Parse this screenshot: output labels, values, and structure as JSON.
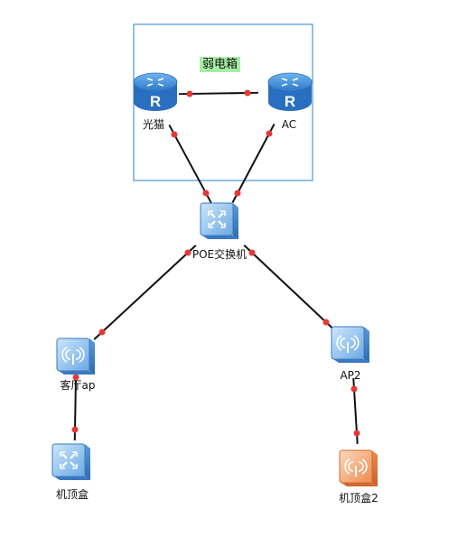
{
  "diagram": {
    "container": {
      "title": "弱电箱",
      "border_color": "#2a7fd4",
      "title_bg": "#a6eda6"
    },
    "link_color": "#111111",
    "port_color": "#e53935",
    "nodes": [
      {
        "id": "modem",
        "label": "光猫",
        "icon": "router-icon"
      },
      {
        "id": "ac",
        "label": "AC",
        "icon": "router-icon"
      },
      {
        "id": "poe",
        "label": "POE交换机",
        "icon": "switch-icon"
      },
      {
        "id": "ap1",
        "label": "客厅ap",
        "icon": "access-point-icon"
      },
      {
        "id": "ap2",
        "label": "AP2",
        "icon": "access-point-icon"
      },
      {
        "id": "stb1",
        "label": "机顶盒",
        "icon": "switch-icon"
      },
      {
        "id": "stb2",
        "label": "机顶盒2",
        "icon": "wireless-box-icon"
      }
    ],
    "links": [
      {
        "from": "modem",
        "to": "ac"
      },
      {
        "from": "modem",
        "to": "poe"
      },
      {
        "from": "ac",
        "to": "poe"
      },
      {
        "from": "poe",
        "to": "ap1"
      },
      {
        "from": "poe",
        "to": "ap2"
      },
      {
        "from": "ap1",
        "to": "stb1"
      },
      {
        "from": "ap2",
        "to": "stb2"
      }
    ]
  }
}
